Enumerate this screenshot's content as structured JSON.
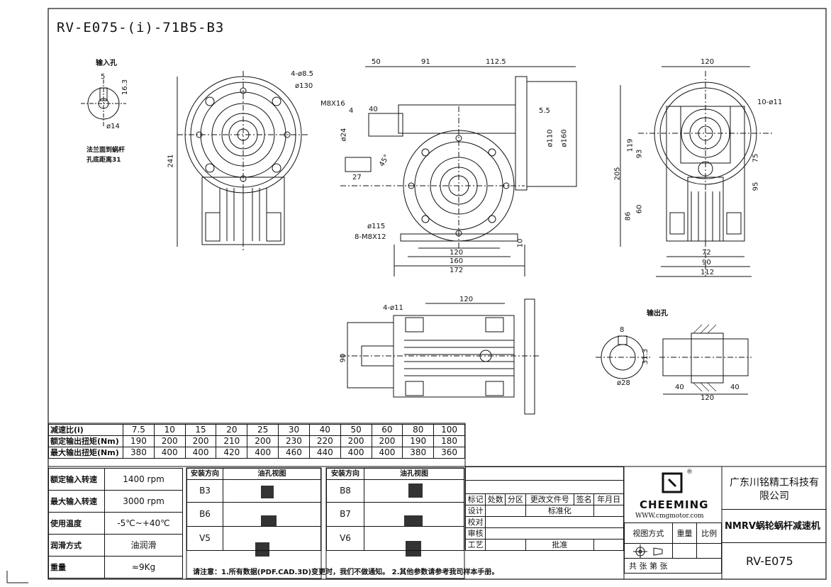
{
  "drawing_title": "RV-E075-(i)-71B5-B3",
  "input_hole": {
    "title": "输入孔",
    "dims": [
      "5",
      "16.3",
      "ø14"
    ]
  },
  "flange_note": [
    "法兰面到蜗杆",
    "孔底距离31"
  ],
  "front_view": {
    "dims": [
      "4-ø8.5",
      "ø130",
      "241"
    ]
  },
  "side_view": {
    "dims": [
      "50",
      "91",
      "112.5",
      "M8X16",
      "40",
      "4",
      "ø24",
      "27",
      "45°",
      "5.5",
      "ø110",
      "ø160",
      "ø115",
      "8-M8X12",
      "10",
      "120",
      "160",
      "172"
    ]
  },
  "right_view": {
    "dims": [
      "120",
      "10-ø11",
      "119",
      "93",
      "75",
      "205",
      "95",
      "86",
      "60",
      "72",
      "90",
      "112"
    ]
  },
  "bottom_view": {
    "dims": [
      "120",
      "4-ø11",
      "90"
    ]
  },
  "output_hole": {
    "title": "输出孔",
    "dims": [
      "8",
      "31.3",
      "ø28",
      "40",
      "40",
      "120"
    ]
  },
  "ratio_table": {
    "headers": [
      "减速比(i)",
      "额定输出扭矩(Nm)",
      "最大输出扭矩(Nm)"
    ],
    "ratios": [
      "7.5",
      "10",
      "15",
      "20",
      "25",
      "30",
      "40",
      "50",
      "60",
      "80",
      "100"
    ],
    "rated": [
      "190",
      "200",
      "200",
      "210",
      "200",
      "230",
      "220",
      "200",
      "200",
      "190",
      "180"
    ],
    "max": [
      "380",
      "400",
      "400",
      "420",
      "400",
      "460",
      "440",
      "400",
      "400",
      "380",
      "360"
    ]
  },
  "specs": [
    {
      "label": "额定输入转速",
      "value": "1400 rpm"
    },
    {
      "label": "最大输入转速",
      "value": "3000 rpm"
    },
    {
      "label": "使用温度",
      "value": "-5℃~+40℃"
    },
    {
      "label": "润滑方式",
      "value": "油润滑"
    },
    {
      "label": "重量",
      "value": "≈9Kg"
    }
  ],
  "mounting": {
    "col_install": "安装方向",
    "col_oil": "油孔视图",
    "left": [
      "B3",
      "B6",
      "V5"
    ],
    "right": [
      "B8",
      "B7",
      "V6"
    ]
  },
  "notes": "请注意：1.所有数据(PDF.CAD.3D)变更时，我们不做通知。  2.其他参数请参考我司样本手册。",
  "revision_block": {
    "headers": [
      "标记",
      "处数",
      "分区",
      "更改文件号",
      "签名",
      "年月日"
    ],
    "rows": [
      "设计",
      "校对",
      "审核",
      "工艺"
    ],
    "std": "标准化",
    "approve": "批准"
  },
  "logo": {
    "brand": "CHEEMING",
    "url": "WWW.cmgmotor.com",
    "mark": "®"
  },
  "view_mode": {
    "label": "视图方式",
    "weight": "重量",
    "scale": "比例",
    "sheets": "共  张  第  张"
  },
  "company": "广东川铭精工科技有限公司",
  "product": "NMRV蜗轮蜗杆减速机",
  "model": "RV-E075"
}
